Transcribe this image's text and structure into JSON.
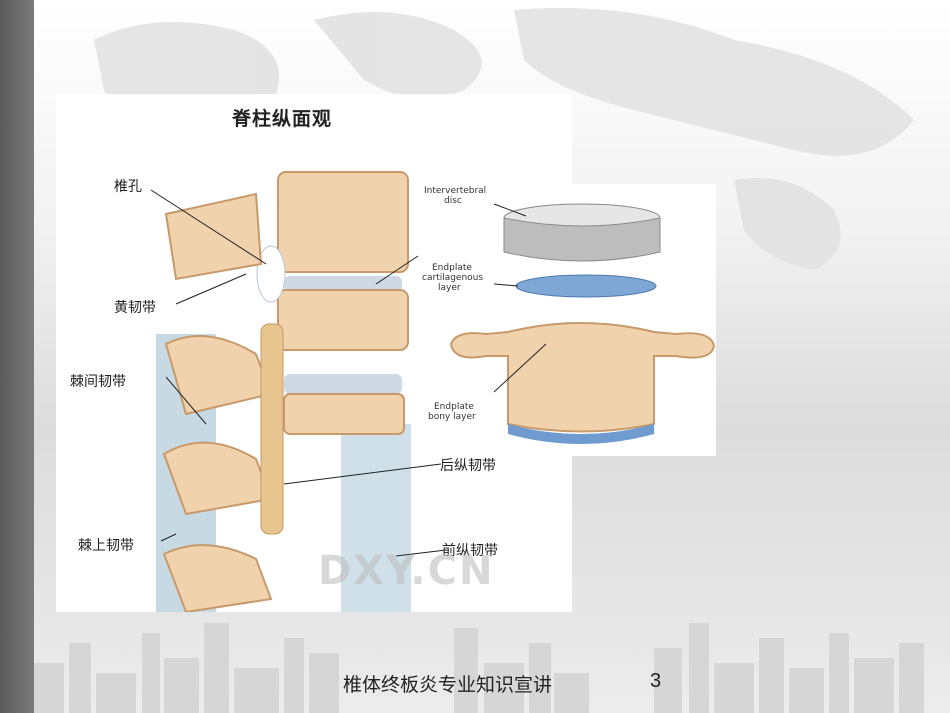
{
  "slide": {
    "title": "脊柱纵面观",
    "footer": "椎体终板炎专业知识宣讲",
    "page_number": "3"
  },
  "labels_cn": {
    "foramen": "椎孔",
    "ligamentum_flavum": "黄韧带",
    "interspinous": "棘间韧带",
    "supraspinous": "棘上韧带",
    "posterior_longitudinal": "后纵韧带",
    "anterior_longitudinal": "前纵韧带"
  },
  "labels_en": {
    "disc_line1": "Intervertebral",
    "disc_line2": "disc",
    "cart_line1": "Endplate",
    "cart_line2": "cartilagenous",
    "cart_line3": "layer",
    "bony_line1": "Endplate",
    "bony_line2": "bony layer"
  },
  "watermark": "DXY.CN",
  "colors": {
    "bone": "#f0d3ad",
    "bone_dark": "#c8996a",
    "disc": "#c9d3e0",
    "ligament": "#bcd0dc",
    "endplate_blue": "#6f9bd0",
    "left_bar": "#666666"
  }
}
